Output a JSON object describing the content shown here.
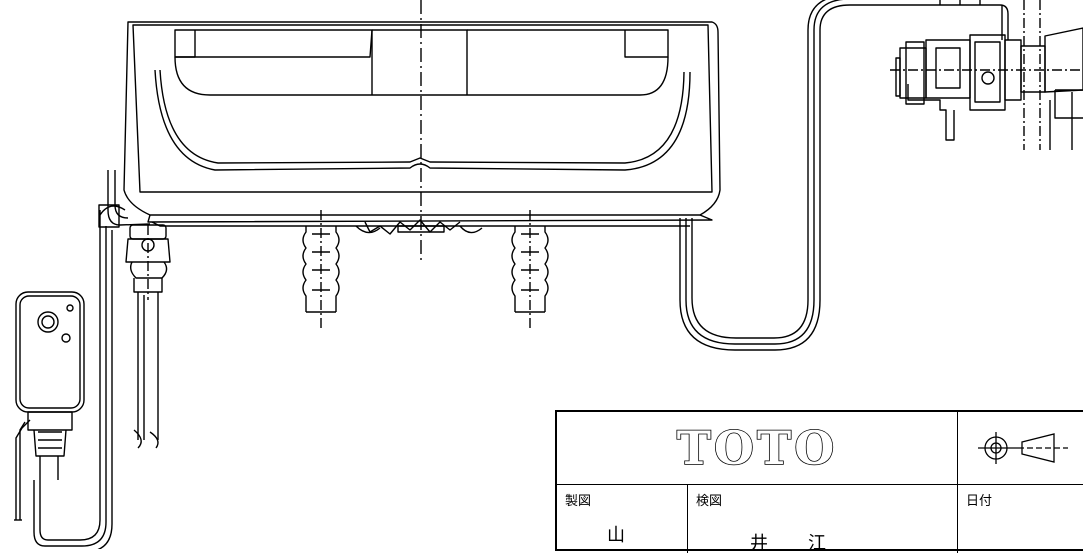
{
  "title_block": {
    "logo": "TOTO",
    "fields": [
      {
        "label": "製図",
        "value": "山"
      },
      {
        "label": "検図",
        "value": "井",
        "value2": "江"
      },
      {
        "label": "日付",
        "value": ""
      }
    ]
  },
  "icons": {
    "projection_symbol": "third-angle-projection-icon",
    "remote_control": "remote-controller-icon"
  },
  "colors": {
    "line": "#000000",
    "background": "#ffffff"
  }
}
